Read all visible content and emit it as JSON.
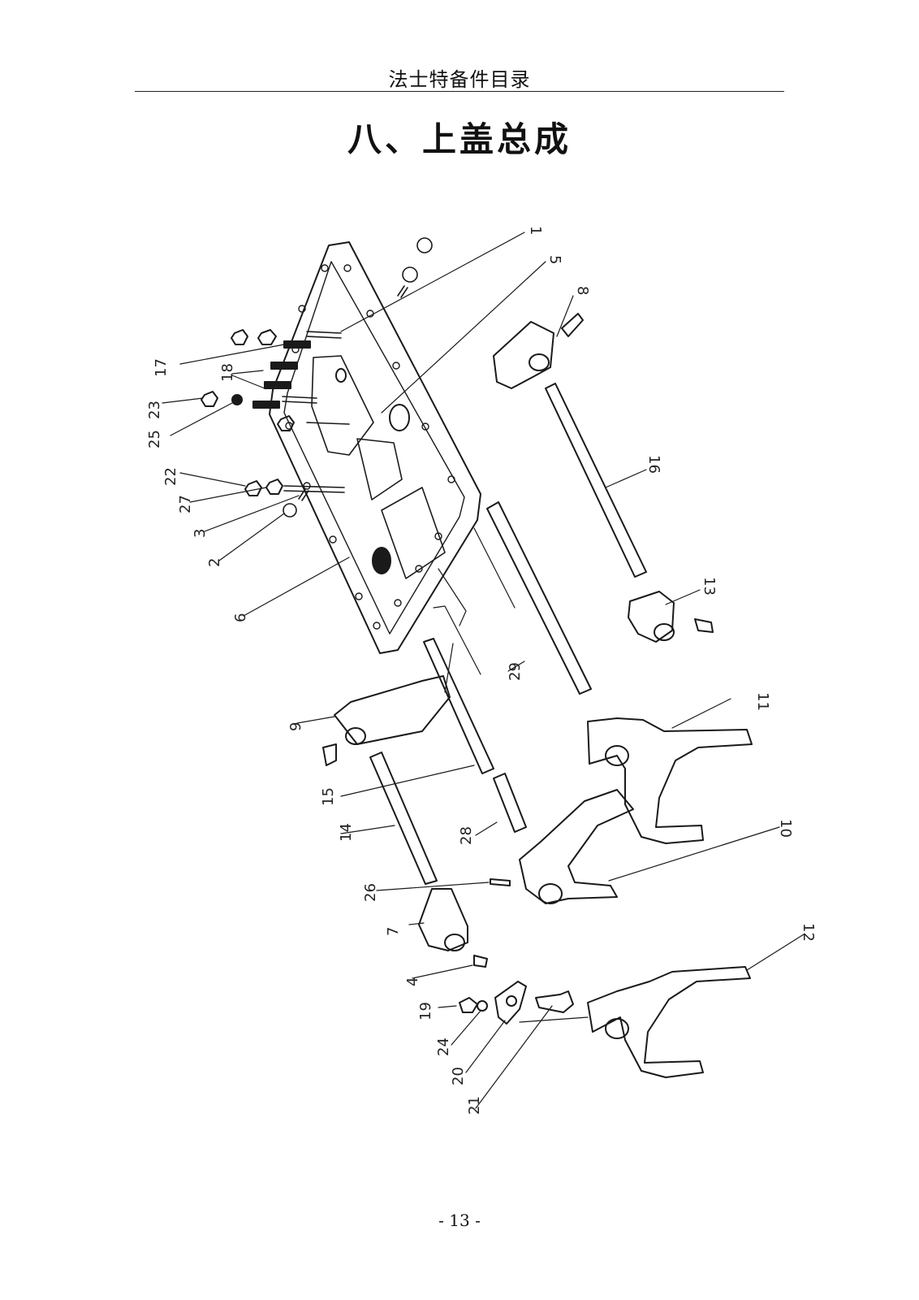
{
  "header": {
    "title": "法士特备件目录"
  },
  "section": {
    "title": "八、上盖总成"
  },
  "diagram": {
    "callouts": [
      "1",
      "5",
      "8",
      "16",
      "13",
      "17",
      "18",
      "23",
      "25",
      "22",
      "27",
      "3",
      "2",
      "6",
      "29",
      "11",
      "9",
      "15",
      "14",
      "28",
      "10",
      "26",
      "7",
      "4",
      "19",
      "24",
      "20",
      "21",
      "12"
    ]
  },
  "footer": {
    "page_number": "- 13 -"
  }
}
